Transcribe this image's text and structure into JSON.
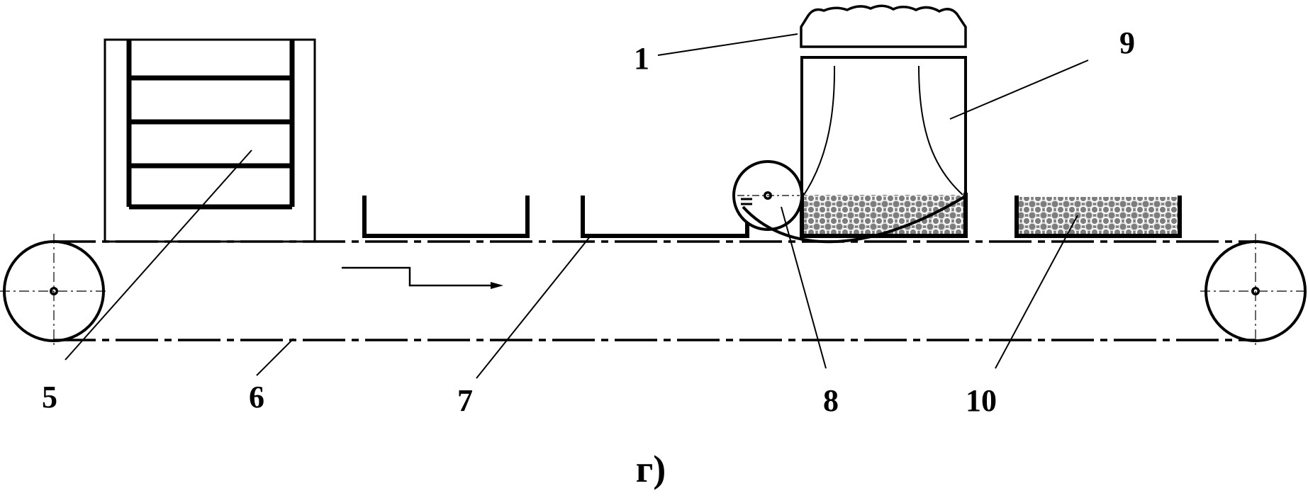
{
  "figure": {
    "caption": "г)",
    "labels": [
      {
        "id": "1",
        "text": "1"
      },
      {
        "id": "9",
        "text": "9"
      },
      {
        "id": "5",
        "text": "5"
      },
      {
        "id": "6",
        "text": "6"
      },
      {
        "id": "7",
        "text": "7"
      },
      {
        "id": "8",
        "text": "8"
      },
      {
        "id": "10",
        "text": "10"
      }
    ]
  },
  "colors": {
    "ink": "#000000",
    "background": "#ffffff",
    "fill_texture": "#8a8a8a"
  }
}
